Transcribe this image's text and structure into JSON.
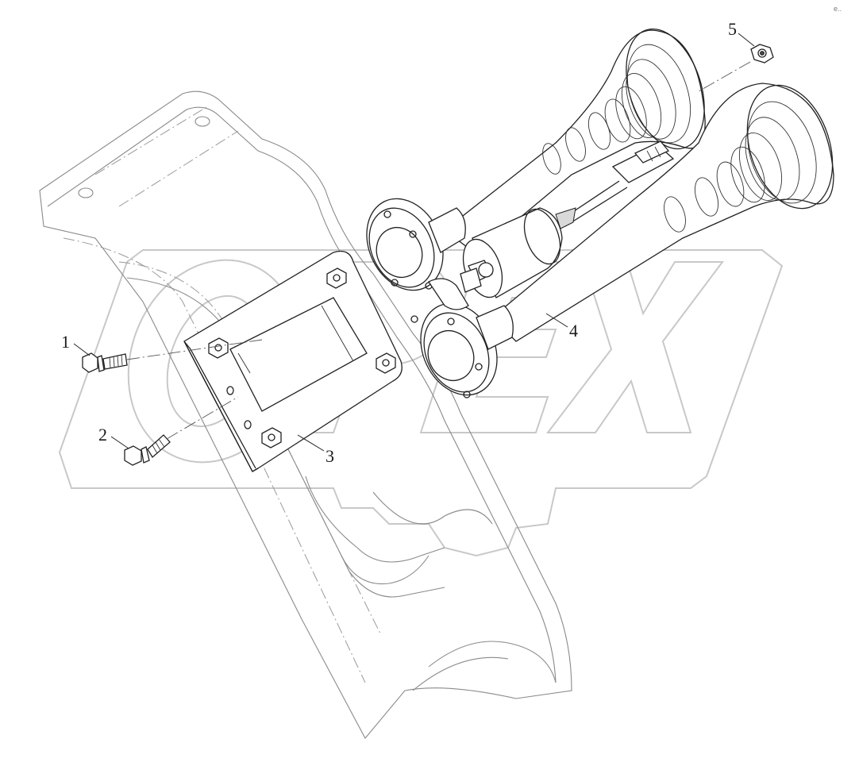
{
  "figure": {
    "callouts": [
      {
        "id": "callout-1",
        "label": "1"
      },
      {
        "id": "callout-2",
        "label": "2"
      },
      {
        "id": "callout-3",
        "label": "3"
      },
      {
        "id": "callout-4",
        "label": "4"
      },
      {
        "id": "callout-5",
        "label": "5"
      }
    ],
    "watermark": "OPEX",
    "corner_mark": "e.."
  }
}
